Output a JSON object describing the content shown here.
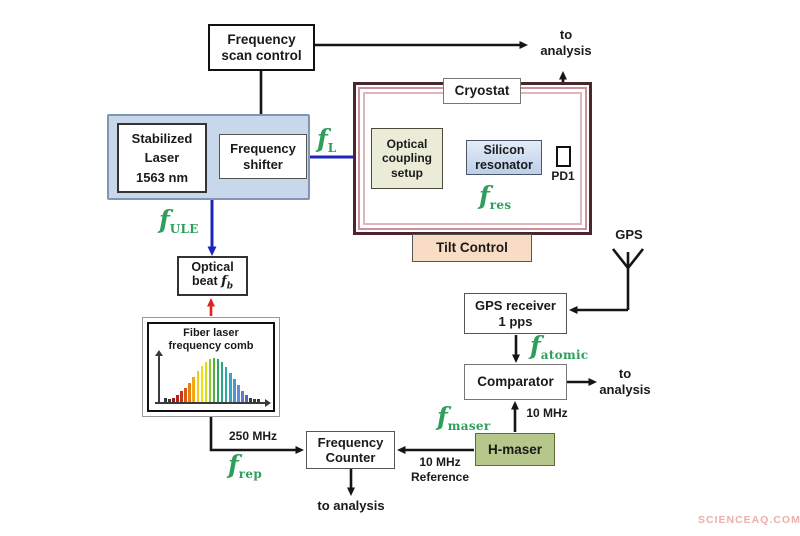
{
  "colors": {
    "accent_green": "#2e9e5b",
    "line_blue": "#1f24b8",
    "line_red": "#e02220",
    "line_black": "#151515",
    "container_blue": "#c9d7ea",
    "container_blue_border": "#8195b5",
    "olive": "#eaecd8",
    "resonator_blue": "#bccfe9",
    "maser_green": "#b5c78b",
    "maser_border": "#5c6e37",
    "tilt_peach": "#f8dcc4",
    "cryo_maroon": "#4b272b",
    "cryo_pink1": "#c9939b",
    "cryo_pink2": "#ddb7bc",
    "watermark_pink": "#e9b0ac"
  },
  "nodes": {
    "frequency_scan_control": {
      "line1": "Frequency",
      "line2": "scan control"
    },
    "stabilized_laser": {
      "line1": "Stabilized",
      "line2": "Laser",
      "line3": "1563 nm"
    },
    "frequency_shifter": {
      "line1": "Frequency",
      "line2": "shifter"
    },
    "cryostat": {
      "label": "Cryostat"
    },
    "optical_coupling": {
      "line1": "Optical",
      "line2": "coupling",
      "line3": "setup"
    },
    "silicon_resonator": {
      "line1": "Silicon",
      "line2": "resonator"
    },
    "pd1": {
      "label": "PD1"
    },
    "tilt_control": {
      "label": "Tilt Control"
    },
    "optical_beat": {
      "line1": "Optical",
      "line2_text": "beat",
      "fb_base": "f",
      "fb_sub": "b"
    },
    "frequency_comb": {
      "line1": "Fiber laser",
      "line2": "frequency comb"
    },
    "frequency_counter": {
      "line1": "Frequency",
      "line2": "Counter"
    },
    "comparator": {
      "label": "Comparator"
    },
    "gps_receiver": {
      "line1": "GPS receiver",
      "line2": "1 pps"
    },
    "h_maser": {
      "label": "H-maser"
    },
    "gps_antenna": {
      "label": "GPS"
    }
  },
  "flabels": {
    "fl": {
      "base": "f",
      "sub": "L"
    },
    "fule": {
      "base": "f",
      "sub": "ULE"
    },
    "fres": {
      "base": "f",
      "sub": "res"
    },
    "fatomic": {
      "base": "f",
      "sub": "atomic"
    },
    "fmaser": {
      "base": "f",
      "sub": "maser"
    },
    "frep": {
      "base": "f",
      "sub": "rep"
    }
  },
  "annotations": {
    "to_analysis_top": {
      "line1": "to",
      "line2": "analysis"
    },
    "to_analysis_right": {
      "line1": "to",
      "line2": "analysis"
    },
    "to_analysis_bottom": "to analysis",
    "mhz_250": "250 MHz",
    "mhz_10_ref": {
      "line1": "10 MHz",
      "line2": "Reference"
    },
    "mhz_10": "10 MHz"
  },
  "comb": {
    "teeth": [
      {
        "h": 0.08,
        "c": "#3a3a3a"
      },
      {
        "h": 0.07,
        "c": "#3a3a3a"
      },
      {
        "h": 0.1,
        "c": "#9b1b1b"
      },
      {
        "h": 0.17,
        "c": "#b52020"
      },
      {
        "h": 0.24,
        "c": "#c93418"
      },
      {
        "h": 0.32,
        "c": "#d85a14"
      },
      {
        "h": 0.44,
        "c": "#e87e12"
      },
      {
        "h": 0.56,
        "c": "#f2a90f"
      },
      {
        "h": 0.7,
        "c": "#f4cd0e"
      },
      {
        "h": 0.82,
        "c": "#f2e10c"
      },
      {
        "h": 0.91,
        "c": "#cfe018"
      },
      {
        "h": 0.97,
        "c": "#8ecb28"
      },
      {
        "h": 1.0,
        "c": "#4bb43c"
      },
      {
        "h": 0.97,
        "c": "#2fa562"
      },
      {
        "h": 0.9,
        "c": "#2aa684"
      },
      {
        "h": 0.8,
        "c": "#2fa9a4"
      },
      {
        "h": 0.66,
        "c": "#3aa3c4"
      },
      {
        "h": 0.52,
        "c": "#4b96d2"
      },
      {
        "h": 0.38,
        "c": "#5f8ed6"
      },
      {
        "h": 0.26,
        "c": "#5a7dcc"
      },
      {
        "h": 0.16,
        "c": "#4a6ac2"
      },
      {
        "h": 0.09,
        "c": "#3a3a3a"
      },
      {
        "h": 0.07,
        "c": "#3a3a3a"
      },
      {
        "h": 0.06,
        "c": "#3a3a3a"
      }
    ]
  },
  "watermark": "SCIENCEAQ.COM"
}
